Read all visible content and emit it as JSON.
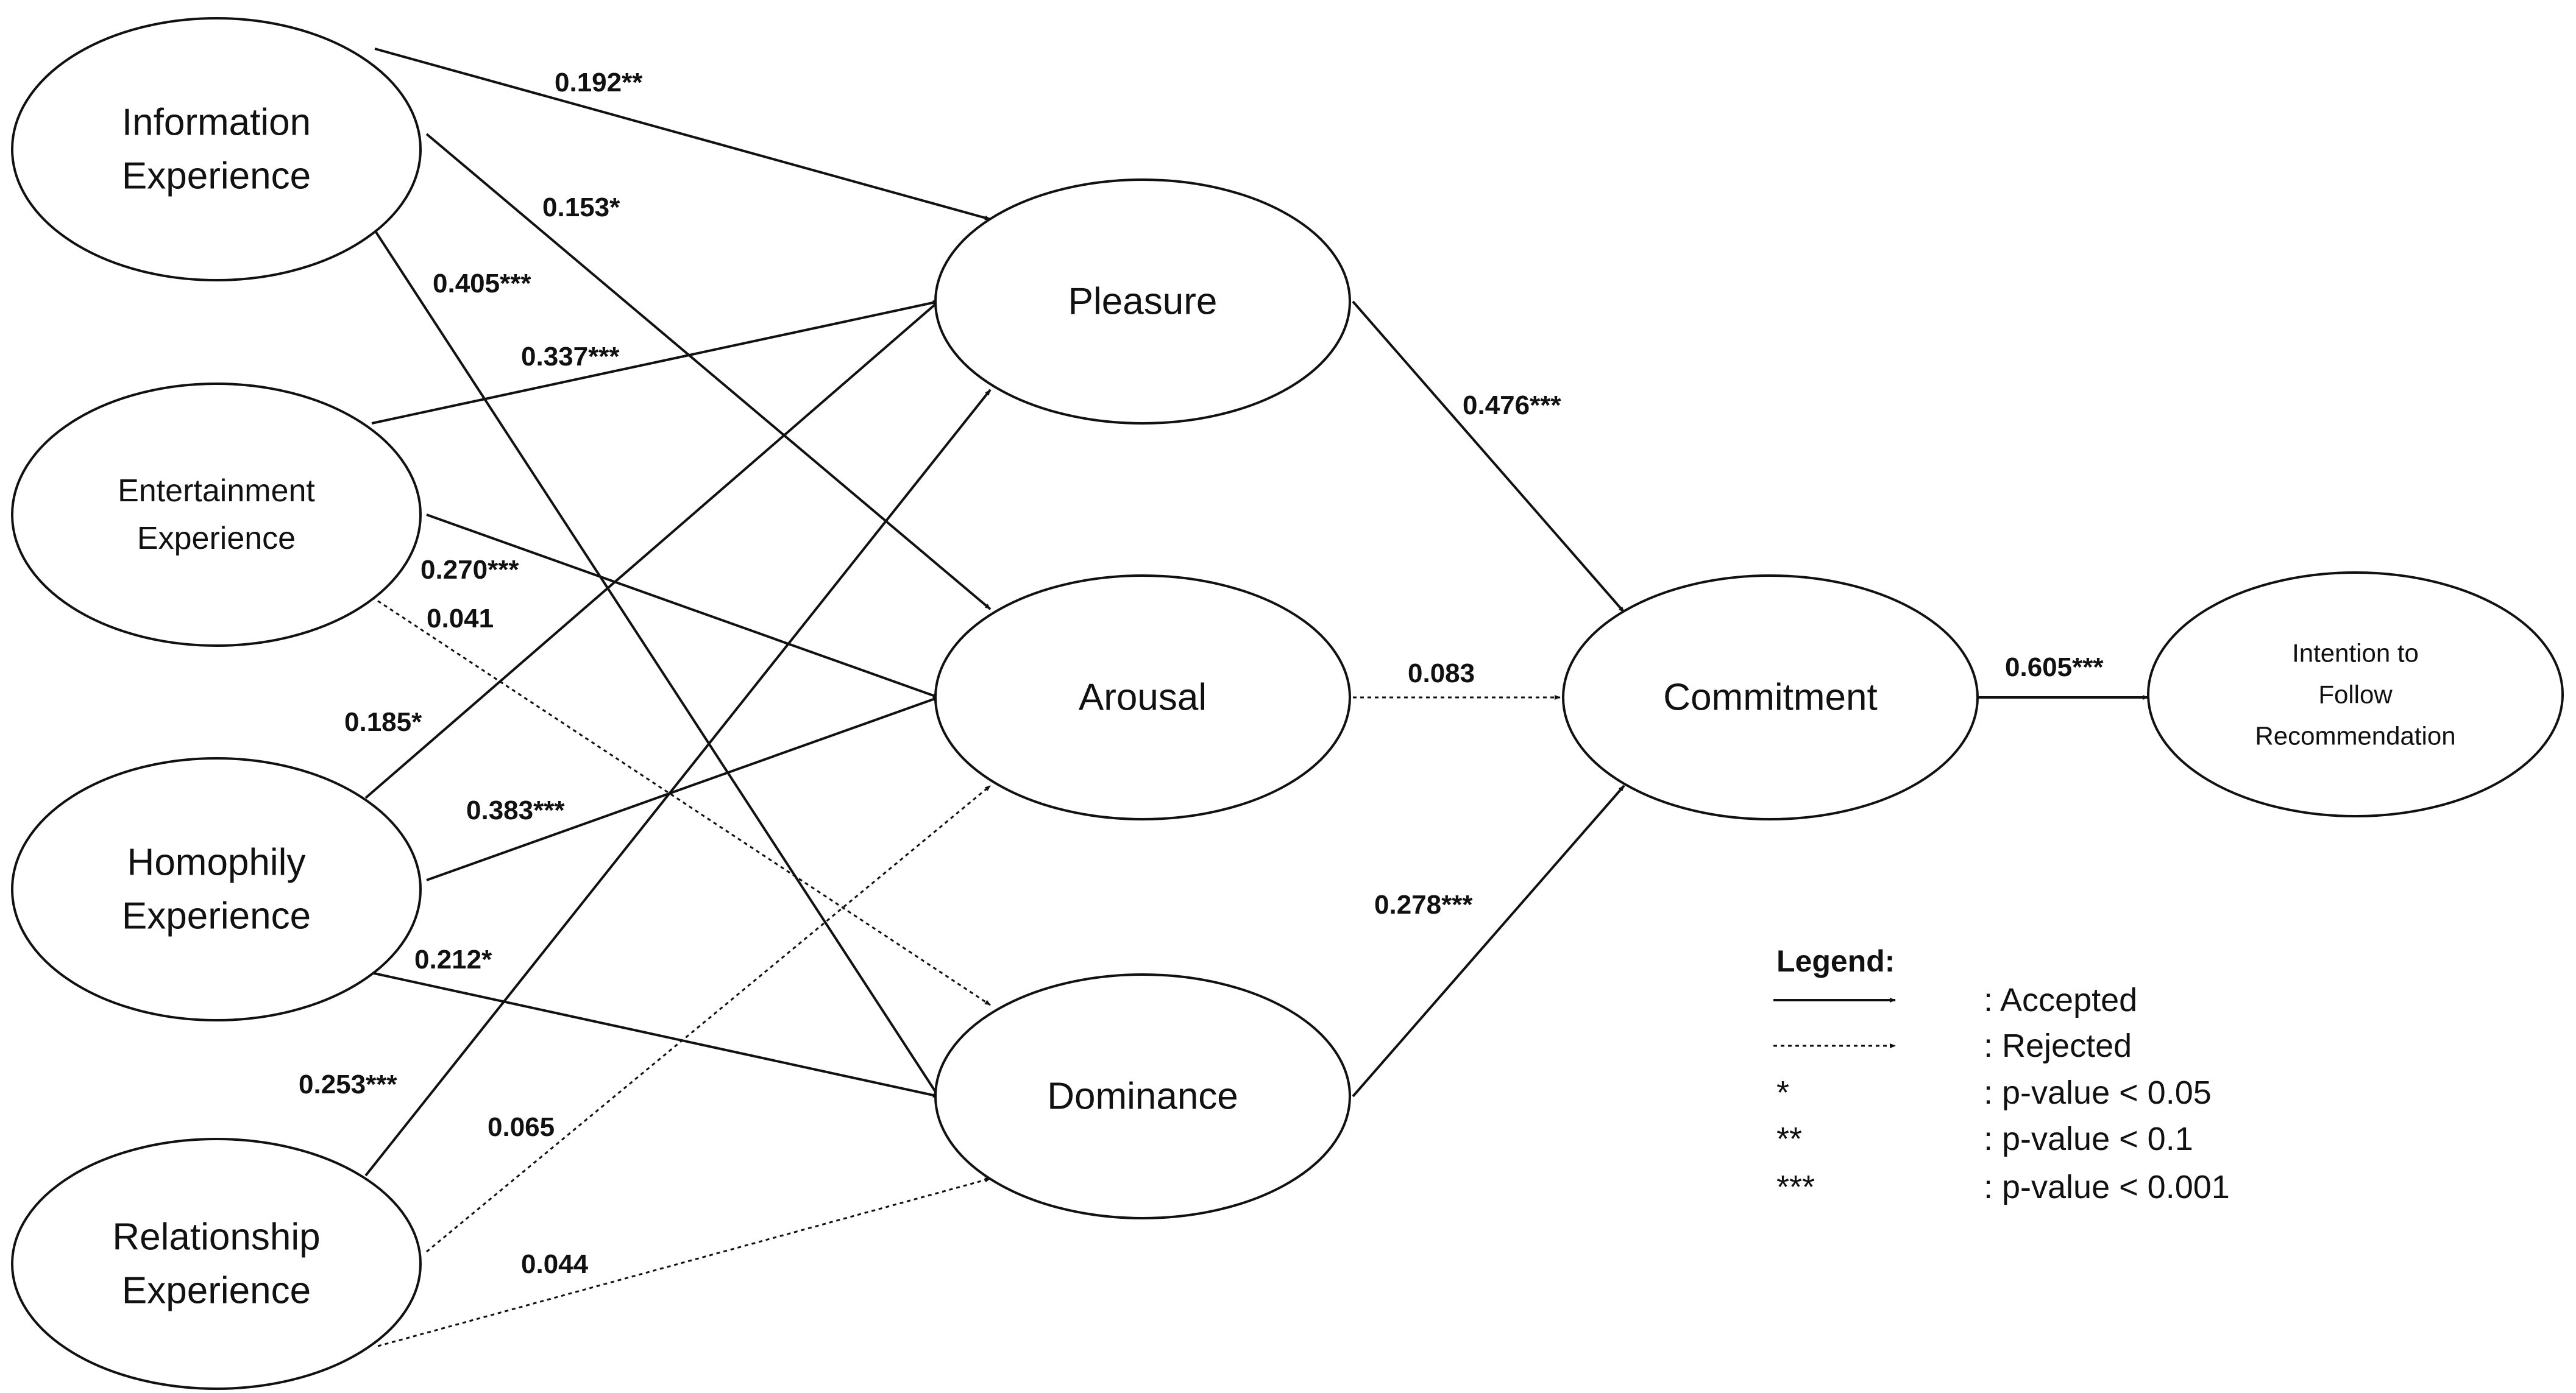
{
  "nodes": {
    "info": {
      "lines": [
        "Information",
        "Experience"
      ]
    },
    "ent": {
      "lines": [
        "Entertainment",
        "Experience"
      ]
    },
    "homo": {
      "lines": [
        "Homophily",
        "Experience"
      ]
    },
    "rel": {
      "lines": [
        "Relationship",
        "Experience"
      ]
    },
    "pleasure": {
      "lines": [
        "Pleasure"
      ]
    },
    "arousal": {
      "lines": [
        "Arousal"
      ]
    },
    "dominance": {
      "lines": [
        "Dominance"
      ]
    },
    "commitment": {
      "lines": [
        "Commitment"
      ]
    },
    "intention": {
      "lines": [
        "Intention to",
        "Follow",
        "Recommendation"
      ]
    }
  },
  "paths": [
    {
      "from": "info",
      "to": "pleasure",
      "coef": "0.192**",
      "style": "solid"
    },
    {
      "from": "info",
      "to": "arousal",
      "coef": "0.153*",
      "style": "solid"
    },
    {
      "from": "info",
      "to": "dominance",
      "coef": "0.405***",
      "style": "solid"
    },
    {
      "from": "ent",
      "to": "pleasure",
      "coef": "0.337***",
      "style": "solid"
    },
    {
      "from": "ent",
      "to": "arousal",
      "coef": "0.270***",
      "style": "solid"
    },
    {
      "from": "ent",
      "to": "dominance",
      "coef": "0.041",
      "style": "dotted"
    },
    {
      "from": "homo",
      "to": "pleasure",
      "coef": "0.185*",
      "style": "solid"
    },
    {
      "from": "homo",
      "to": "arousal",
      "coef": "0.383***",
      "style": "solid"
    },
    {
      "from": "homo",
      "to": "dominance",
      "coef": "0.212*",
      "style": "solid"
    },
    {
      "from": "rel",
      "to": "pleasure",
      "coef": "0.253***",
      "style": "solid"
    },
    {
      "from": "rel",
      "to": "arousal",
      "coef": "0.065",
      "style": "dotted"
    },
    {
      "from": "rel",
      "to": "dominance",
      "coef": "0.044",
      "style": "dotted"
    },
    {
      "from": "pleasure",
      "to": "commitment",
      "coef": "0.476***",
      "style": "solid"
    },
    {
      "from": "arousal",
      "to": "commitment",
      "coef": "0.083",
      "style": "dotted"
    },
    {
      "from": "dominance",
      "to": "commitment",
      "coef": "0.278***",
      "style": "solid"
    },
    {
      "from": "commitment",
      "to": "intention",
      "coef": "0.605***",
      "style": "solid"
    }
  ],
  "legend": {
    "title": "Legend:",
    "items": [
      {
        "symbol": "solid-arrow",
        "text": ": Accepted"
      },
      {
        "symbol": "dotted-arrow",
        "text": ": Rejected"
      },
      {
        "symbol": "*",
        "text": ": p-value < 0.05"
      },
      {
        "symbol": "**",
        "text": ": p-value < 0.1"
      },
      {
        "symbol": "***",
        "text": ": p-value < 0.001"
      }
    ]
  }
}
